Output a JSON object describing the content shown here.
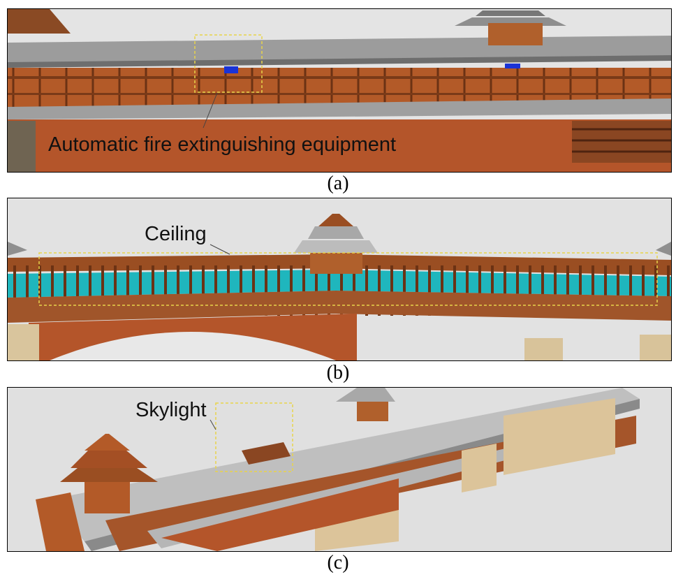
{
  "figure": {
    "panels": [
      {
        "caption": "(a)",
        "label": "Automatic fire extinguishing equipment"
      },
      {
        "caption": "(b)",
        "label": "Ceiling"
      },
      {
        "caption": "(c)",
        "label": "Skylight"
      }
    ]
  },
  "colors": {
    "timber": "#b35a28",
    "timber_dark": "#7a3a18",
    "roof": "#a9a9a9",
    "ceiling_glass": "#1fb6bd",
    "sky": "#e6e6e6",
    "stone": "#e2c79a",
    "highlight_box": "#e8d44a",
    "sprinkler": "#1a33d6"
  }
}
